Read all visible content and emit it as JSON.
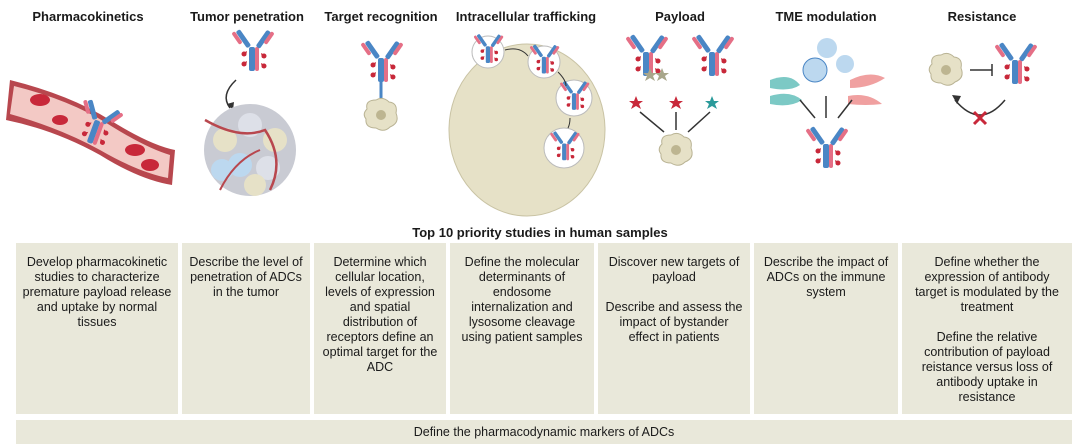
{
  "columns": [
    {
      "title": "Pharmacokinetics",
      "study": [
        "Develop pharmacokinetic studies to characterize premature payload release and uptake by normal tissues"
      ]
    },
    {
      "title": "Tumor penetration",
      "study": [
        "Describe the level of penetration of ADCs in the tumor"
      ]
    },
    {
      "title": "Target recognition",
      "study": [
        "Determine which cellular location, levels of expression and spatial distribution of receptors define an optimal target for the ADC"
      ]
    },
    {
      "title": "Intracellular trafficking",
      "study": [
        "Define the molecular determinants of endosome internalization and lysosome cleavage using patient samples"
      ]
    },
    {
      "title": "Payload",
      "study": [
        "Discover new targets of payload",
        "Describe and assess the impact of bystander effect in patients"
      ]
    },
    {
      "title": "TME modulation",
      "study": [
        "Describe the impact of ADCs on the immune system"
      ]
    },
    {
      "title": "Resistance",
      "study": [
        "Define whether the expression of antibody target is modulated by the treatment",
        "Define the relative contribution of payload reistance versus loss of antibody uptake in resistance"
      ]
    }
  ],
  "section_title": "Top 10 priority studies in human samples",
  "bottom_study": "Define the pharmacodynamic markers of ADCs",
  "colors": {
    "box_fill": "#e9e8da",
    "antibody_blue": "#4a86c5",
    "payload_red": "#c8283a",
    "vessel_red": "#b8474e",
    "cell_beige": "#e6e1c7"
  }
}
